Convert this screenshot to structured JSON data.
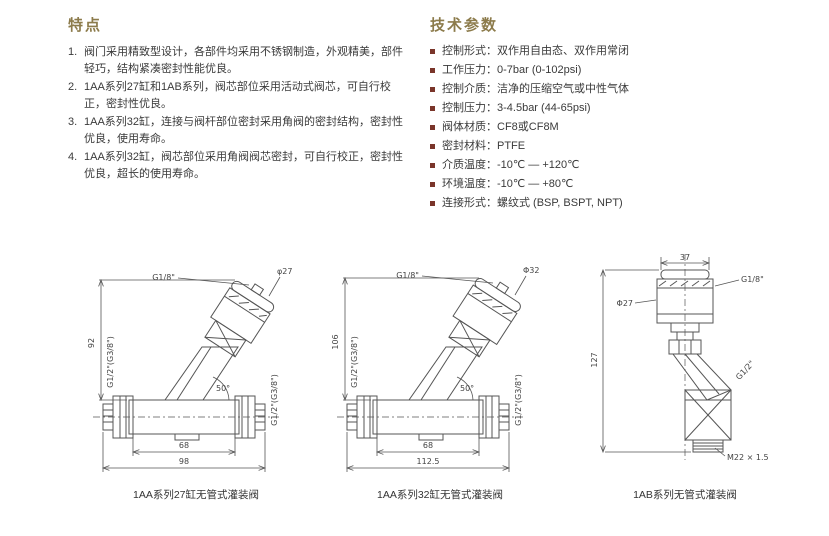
{
  "colors": {
    "heading": "#8c7b4b",
    "bullet": "#7a352a",
    "text": "#3a3a3a",
    "line": "#555555",
    "caption": "#333333"
  },
  "features": {
    "title": "特点",
    "items": [
      {
        "num": "1.",
        "text": "阀门采用精致型设计，各部件均采用不锈钢制造，外观精美，部件轻巧，结构紧凑密封性能优良。"
      },
      {
        "num": "2.",
        "text": "1AA系列27缸和1AB系列，阀芯部位采用活动式阀芯，可自行校正，密封性优良。"
      },
      {
        "num": "3.",
        "text": "1AA系列32缸，连接与阀杆部位密封采用角阀的密封结构，密封性优良，使用寿命。"
      },
      {
        "num": "4.",
        "text": "1AA系列32缸，阀芯部位采用角阀阀芯密封，可自行校正，密封性优良，超长的使用寿命。"
      }
    ]
  },
  "specs": {
    "title": "技术参数",
    "items": [
      {
        "k": "控制形式：",
        "v": "双作用自由态、双作用常闭"
      },
      {
        "k": "工作压力：",
        "v": "0-7bar (0-102psi)"
      },
      {
        "k": "控制介质：",
        "v": "洁净的压缩空气或中性气体"
      },
      {
        "k": "控制压力：",
        "v": "3-4.5bar (44-65psi)"
      },
      {
        "k": "阀体材质：",
        "v": "CF8或CF8M"
      },
      {
        "k": "密封材料：",
        "v": "PTFE"
      },
      {
        "k": "介质温度：",
        "v": "-10℃ — +120℃"
      },
      {
        "k": "环境温度：",
        "v": "-10℃ — +80℃"
      },
      {
        "k": "连接形式：",
        "v": "螺纹式 (BSP, BSPT, NPT)"
      }
    ]
  },
  "drawings": [
    {
      "caption": "1AA系列27缸无管式灌装阀",
      "labels": {
        "pilot_port": "G1/8\"",
        "actuator_dia": "φ27",
        "height": "92",
        "left_port": "G1/2\"(G3/8\")",
        "angle": "50°",
        "right_port": "G1/2\"(G3/8\")",
        "inner_width": "68",
        "overall_width": "98"
      }
    },
    {
      "caption": "1AA系列32缸无管式灌装阀",
      "labels": {
        "pilot_port": "G1/8\"",
        "actuator_dia": "Φ32",
        "height": "106",
        "left_port": "G1/2\"(G3/8\")",
        "angle": "50°",
        "right_port": "G1/2\"(G3/8\")",
        "inner_width": "68",
        "overall_width": "112.5"
      }
    },
    {
      "caption": "1AB系列无管式灌装阀",
      "labels": {
        "top_width": "37",
        "pilot_port": "G1/8\"",
        "actuator_dia": "Φ27",
        "height": "127",
        "side_port": "G1/2\"",
        "bottom_thread": "M22 × 1.5"
      }
    }
  ]
}
